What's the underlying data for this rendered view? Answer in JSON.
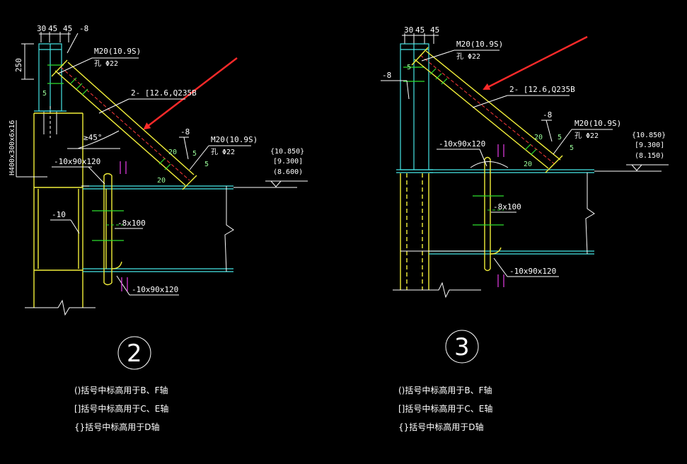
{
  "detail2": {
    "dims_top": [
      "30",
      "45",
      "45",
      "-8"
    ],
    "dim_250": "250",
    "bolt_top": "M20(10.9S)",
    "hole_top": "孔 Φ22",
    "brace": "2- [12.6,Q235B",
    "angle": "≥45°",
    "plate_8": "-8",
    "bolt_low": "M20(10.9S)",
    "hole_low": "孔 Φ22",
    "column": "H400x300x6x16",
    "stiffener_top": "-10x90x120",
    "web_10": "-10",
    "plate_8x100": "-8x100",
    "stiffener_bottom": "-10x90x120",
    "elev": [
      "{10.850}",
      "[9.300]",
      "(8.600)"
    ],
    "weld_20": "20",
    "weld_5": "5",
    "label": "2"
  },
  "detail3": {
    "dims_top": [
      "30",
      "45",
      "45"
    ],
    "plate_8": "-8",
    "bolt_top": "M20(10.9S)",
    "hole_top": "孔 Φ22",
    "brace": "2- [12.6,Q235B",
    "stiffener_top": "-10x90x120",
    "plate_8b": "-8",
    "bolt_low": "M20(10.9S)",
    "hole_low": "孔 Φ22",
    "plate_8x100": "-8x100",
    "stiffener_bottom": "-10x90x120",
    "elev": [
      "{10.850}",
      "[9.300]",
      "(8.150)"
    ],
    "weld_20": "20",
    "weld_5": "5",
    "label": "3"
  },
  "notes2": [
    "()括号中标高用于B、F轴",
    "[]括号中标高用于C、E轴",
    "{}括号中标高用于D轴"
  ],
  "notes3": [
    "()括号中标高用于B、F轴",
    "[]括号中标高用于C、E轴",
    "{}括号中标高用于D轴"
  ],
  "colors": {
    "background": "#000000",
    "yellow": "#f2ef3a",
    "cyan": "#46e6e6",
    "green": "#2fe02f",
    "magenta": "#e83ce8",
    "red_arrow": "#ff2a2a"
  }
}
